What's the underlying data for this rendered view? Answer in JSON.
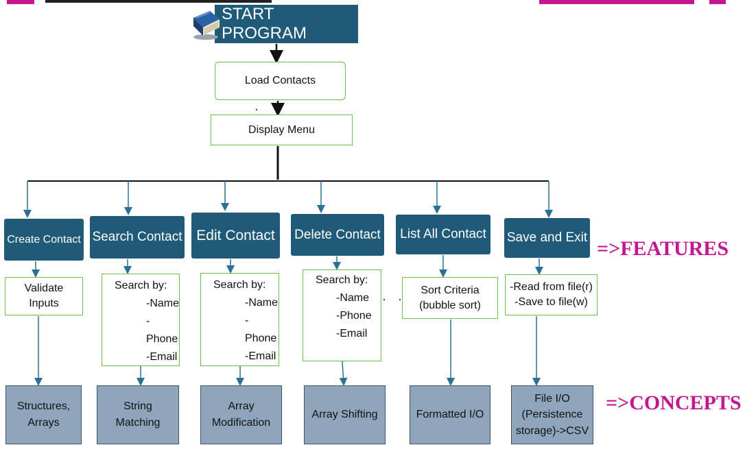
{
  "header": {
    "start_label": "START PROGRAM"
  },
  "flow": {
    "load": "Load Contacts",
    "menu": "Display Menu"
  },
  "features": [
    {
      "label": "Create  Contact",
      "detail_lines": [
        "Validate",
        "Inputs"
      ],
      "concept_lines": [
        "Structures,",
        "Arrays"
      ]
    },
    {
      "label": "Search Contact",
      "detail_header": "Search by:",
      "detail_items": [
        "-Name",
        "-Phone",
        "-Email"
      ],
      "concept_lines": [
        "String",
        "Matching"
      ]
    },
    {
      "label": "Edit Contact",
      "detail_header": "Search by:",
      "detail_items": [
        "-Name",
        "-Phone",
        "-Email"
      ],
      "concept_lines": [
        "Array",
        "Modification"
      ]
    },
    {
      "label": "Delete Contact",
      "detail_header": "Search by:",
      "detail_items": [
        "-Name",
        "-Phone",
        "-Email"
      ],
      "concept_lines": [
        "Array Shifting"
      ]
    },
    {
      "label": "List All Contact",
      "detail_lines": [
        "Sort Criteria",
        "(bubble sort)"
      ],
      "concept_lines": [
        "Formatted I/O"
      ]
    },
    {
      "label": "Save and Exit",
      "detail_lines": [
        "-Read from file(r)",
        "-Save to file(w)"
      ],
      "concept_lines": [
        "File I/O",
        "(Persistence",
        "storage)->CSV"
      ]
    }
  ],
  "tags": {
    "features": "=>FEATURES",
    "concepts": "=>CONCEPTS"
  },
  "colors": {
    "feature_box": "#1f5b78",
    "concept_box": "#8fa5bc",
    "detail_border": "#6fbf45",
    "tag_text": "#c4178f",
    "arrow": "#2a6f94"
  },
  "icons": {
    "start": "book-icon"
  }
}
